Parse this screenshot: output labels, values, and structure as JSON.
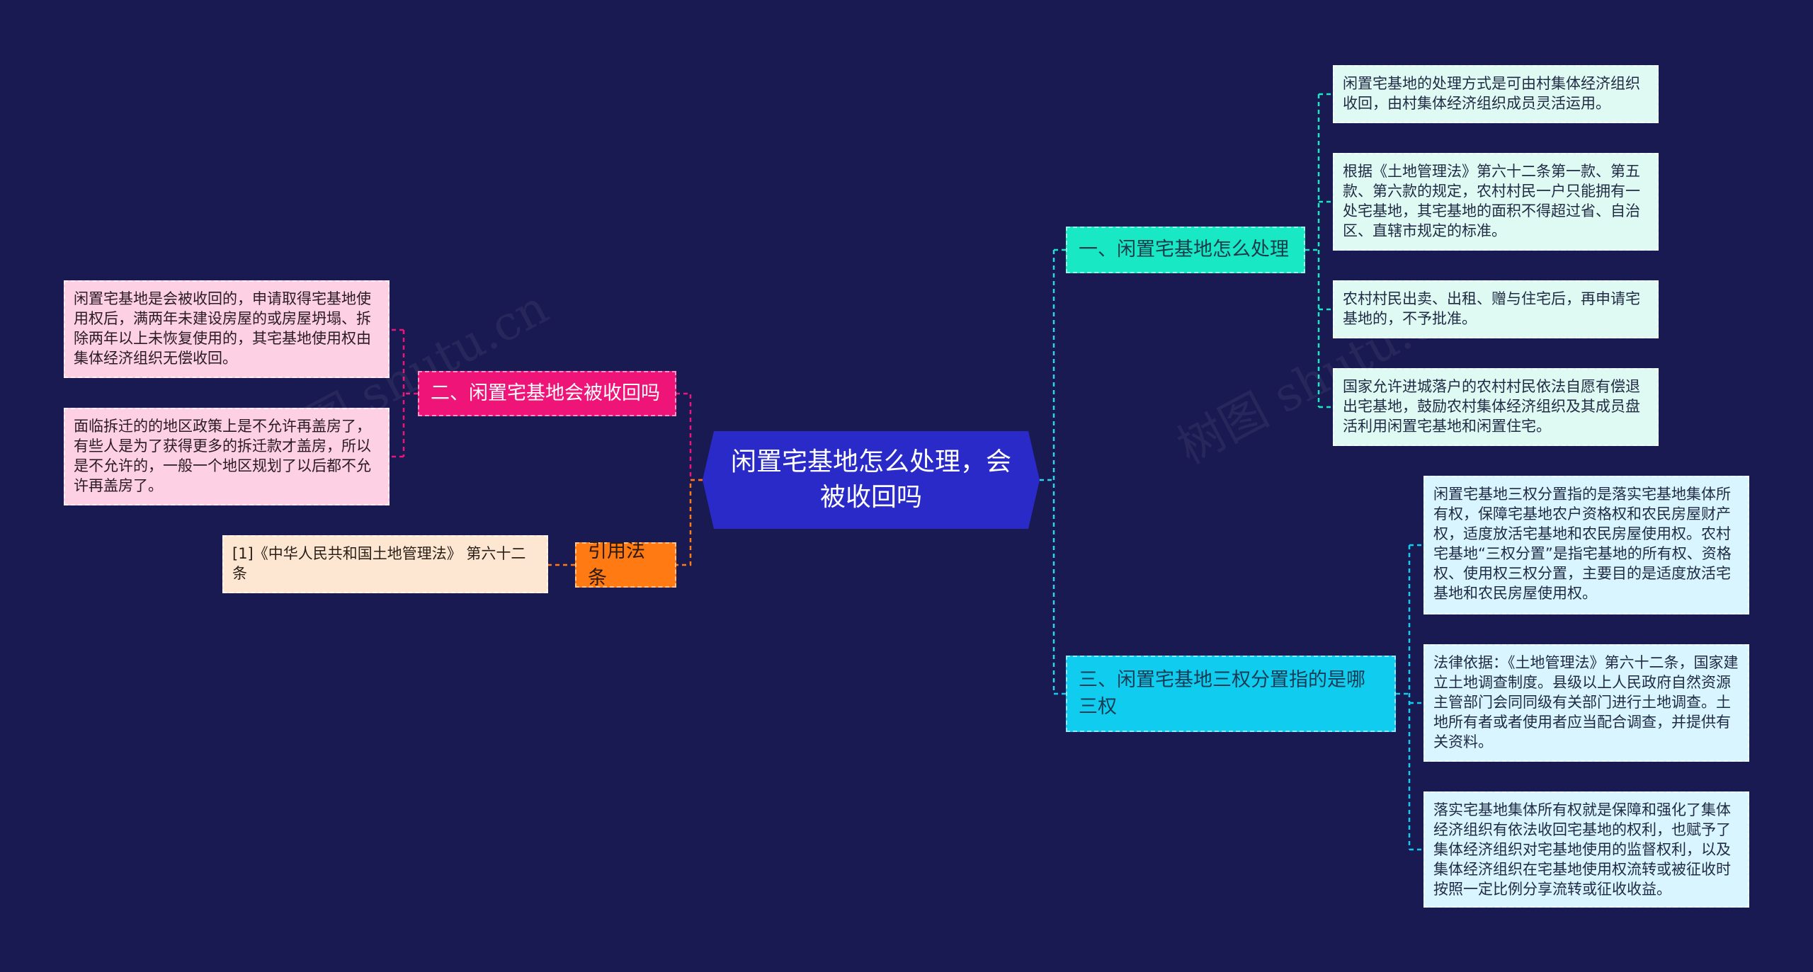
{
  "center": {
    "title": "闲置宅基地怎么处理，会被收回吗"
  },
  "branches": [
    {
      "label": "一、闲置宅基地怎么处理",
      "color": "#19e8c4",
      "leaves": [
        "闲置宅基地的处理方式是可由村集体经济组织收回，由村集体经济组织成员灵活运用。",
        "根据《土地管理法》第六十二条第一款、第五款、第六款的规定，农村村民一户只能拥有一处宅基地，其宅基地的面积不得超过省、自治区、直辖市规定的标准。",
        "农村村民出卖、出租、赠与住宅后，再申请宅基地的，不予批准。",
        "国家允许进城落户的农村村民依法自愿有偿退出宅基地，鼓励农村集体经济组织及其成员盘活利用闲置宅基地和闲置住宅。"
      ]
    },
    {
      "label": "三、闲置宅基地三权分置指的是哪三权",
      "color": "#10cdef",
      "leaves": [
        "闲置宅基地三权分置指的是落实宅基地集体所有权，保障宅基地农户资格权和农民房屋财产权，适度放活宅基地和农民房屋使用权。农村宅基地“三权分置”是指宅基地的所有权、资格权、使用权三权分置，主要目的是适度放活宅基地和农民房屋使用权。",
        "法律依据：《土地管理法》第六十二条，国家建立土地调查制度。县级以上人民政府自然资源主管部门会同同级有关部门进行土地调查。土地所有者或者使用者应当配合调查，并提供有关资料。",
        "落实宅基地集体所有权就是保障和强化了集体经济组织有依法收回宅基地的权利，也赋予了集体经济组织对宅基地使用的监督权利，以及集体经济组织在宅基地使用权流转或被征收时按照一定比例分享流转或征收收益。"
      ]
    },
    {
      "label": "二、闲置宅基地会被收回吗",
      "color": "#ef1478",
      "leaves": [
        "闲置宅基地是会被收回的，申请取得宅基地使用权后，满两年未建设房屋的或房屋坍塌、拆除两年以上未恢复使用的，其宅基地使用权由集体经济组织无偿收回。",
        "面临拆迁的的地区政策上是不允许再盖房了，有些人是为了获得更多的拆迁款才盖房，所以是不允许的，一般一个地区规划了以后都不允许再盖房了。"
      ]
    },
    {
      "label": "引用法条",
      "color": "#ff7a12",
      "leaves": [
        "[1]《中华人民共和国土地管理法》 第六十二条"
      ]
    }
  ],
  "watermark": "树图 shutu.cn"
}
